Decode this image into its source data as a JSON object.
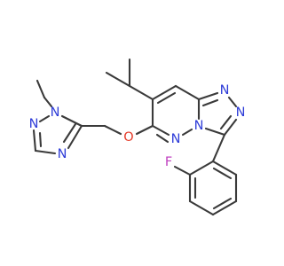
{
  "molecule": {
    "atoms": {
      "n_ethyl": "N",
      "n_triazole_left_bottom": "N",
      "n_triazole_left_right": "N",
      "o_ether": "O",
      "n_pyridazine_1": "N",
      "n_pyridazine_2": "N",
      "n_triazole_right_top": "N",
      "n_triazole_right_mid": "N",
      "f_fluoro": "F"
    },
    "colors": {
      "carbon_bond": "#3a3a3a",
      "nitrogen": "#2f3dd8",
      "oxygen": "#e53a28",
      "fluorine": "#c040c0"
    }
  }
}
